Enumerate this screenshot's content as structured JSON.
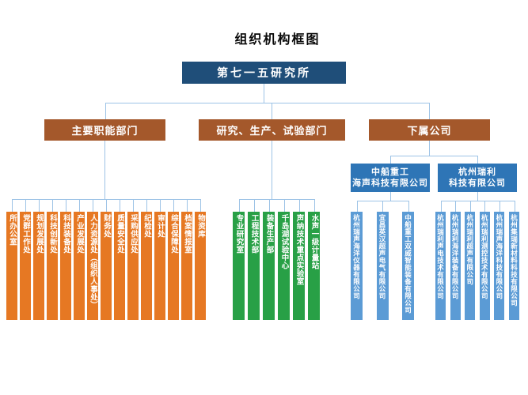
{
  "title": "组织机构框图",
  "root_label": "第七一五研究所",
  "branches": [
    {
      "label": "主要职能部门",
      "departments": [
        "所办公室",
        "党群工作处",
        "规划发展处",
        "科技创新处",
        "科技装备处",
        "产业发展处",
        "人力资源处（组织人事处）",
        "财务处",
        "质量安全处",
        "采购供应处",
        "纪检处",
        "审计处",
        "综合保障处",
        "档案情报室",
        "物资库"
      ]
    },
    {
      "label": "研究、生产、试验部门",
      "departments": [
        "专业研究室",
        "工程技术部",
        "装备生产部",
        "千岛湖试验中心",
        "声纳技术重点实验室",
        "水声一级计量站"
      ]
    },
    {
      "label": "下属公司",
      "companies": [
        {
          "line1": "中船重工",
          "line2": "海声科技有限公司",
          "subsidiaries": [
            "杭州瑞声海洋仪器有限公司",
            "宜昌英汉超声电气有限公司",
            "中船重工双威智能装备有限公司"
          ]
        },
        {
          "line1": "杭州瑞利",
          "line2": "科技有限公司",
          "subsidiaries": [
            "杭州瑞利声电技术有限公司",
            "杭州瑞利海洋装备有限公司",
            "杭州瑞利超声有限公司",
            "杭州瑞利测控技术有限公司",
            "杭州瑞声海洋科技有限公司",
            "杭州集瑞新材料科技有限公司"
          ]
        }
      ]
    }
  ],
  "colors": {
    "root_box": "#1F4E79",
    "branch_box": "#A4582B",
    "dept_bar_main": "#E67823",
    "dept_bar_research": "#28A046",
    "company_box": "#2E75B6",
    "company_bar": "#5B9BD5",
    "connector": "#9DC3E6"
  }
}
